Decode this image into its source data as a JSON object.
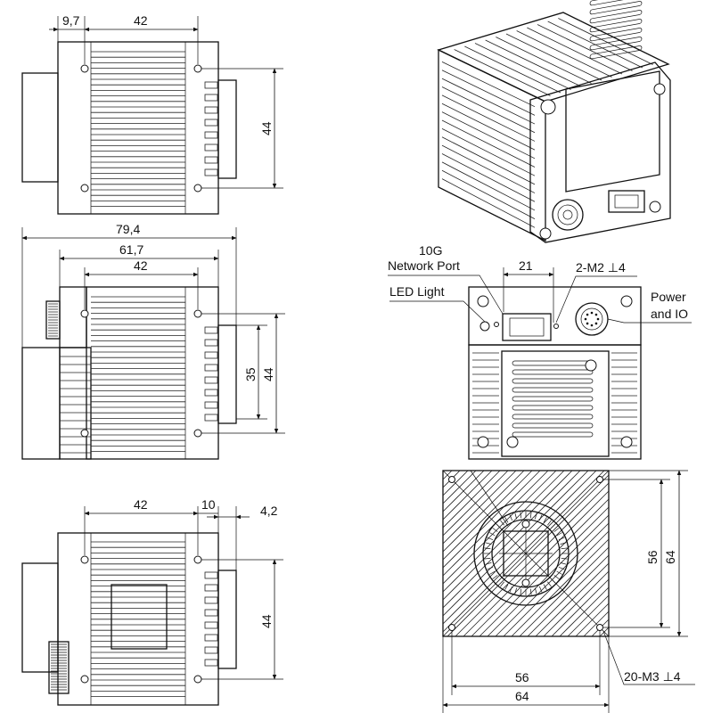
{
  "dimensions": {
    "top_view": {
      "d_9_7": "9,7",
      "d_42": "42",
      "d_44": "44"
    },
    "side_view": {
      "d_79_4": "79,4",
      "d_61_7": "61,7",
      "d_42": "42",
      "d_35": "35",
      "d_44": "44"
    },
    "bottom_view": {
      "d_42": "42",
      "d_10": "10",
      "d_4_2": "4,2",
      "d_44": "44"
    },
    "back_view": {
      "d_21": "21",
      "thread": "2-M2 ⊥4"
    },
    "front_view": {
      "d_56_v": "56",
      "d_64_v": "64",
      "d_56_h": "56",
      "d_64_h": "64",
      "thread": "20-M3 ⊥4"
    }
  },
  "callouts": {
    "network_port_line1": "10G",
    "network_port_line2": "Network Port",
    "led_light": "LED Light",
    "power_line1": "Power",
    "power_line2": "and IO"
  },
  "colors": {
    "line": "#111111",
    "background": "#ffffff"
  }
}
